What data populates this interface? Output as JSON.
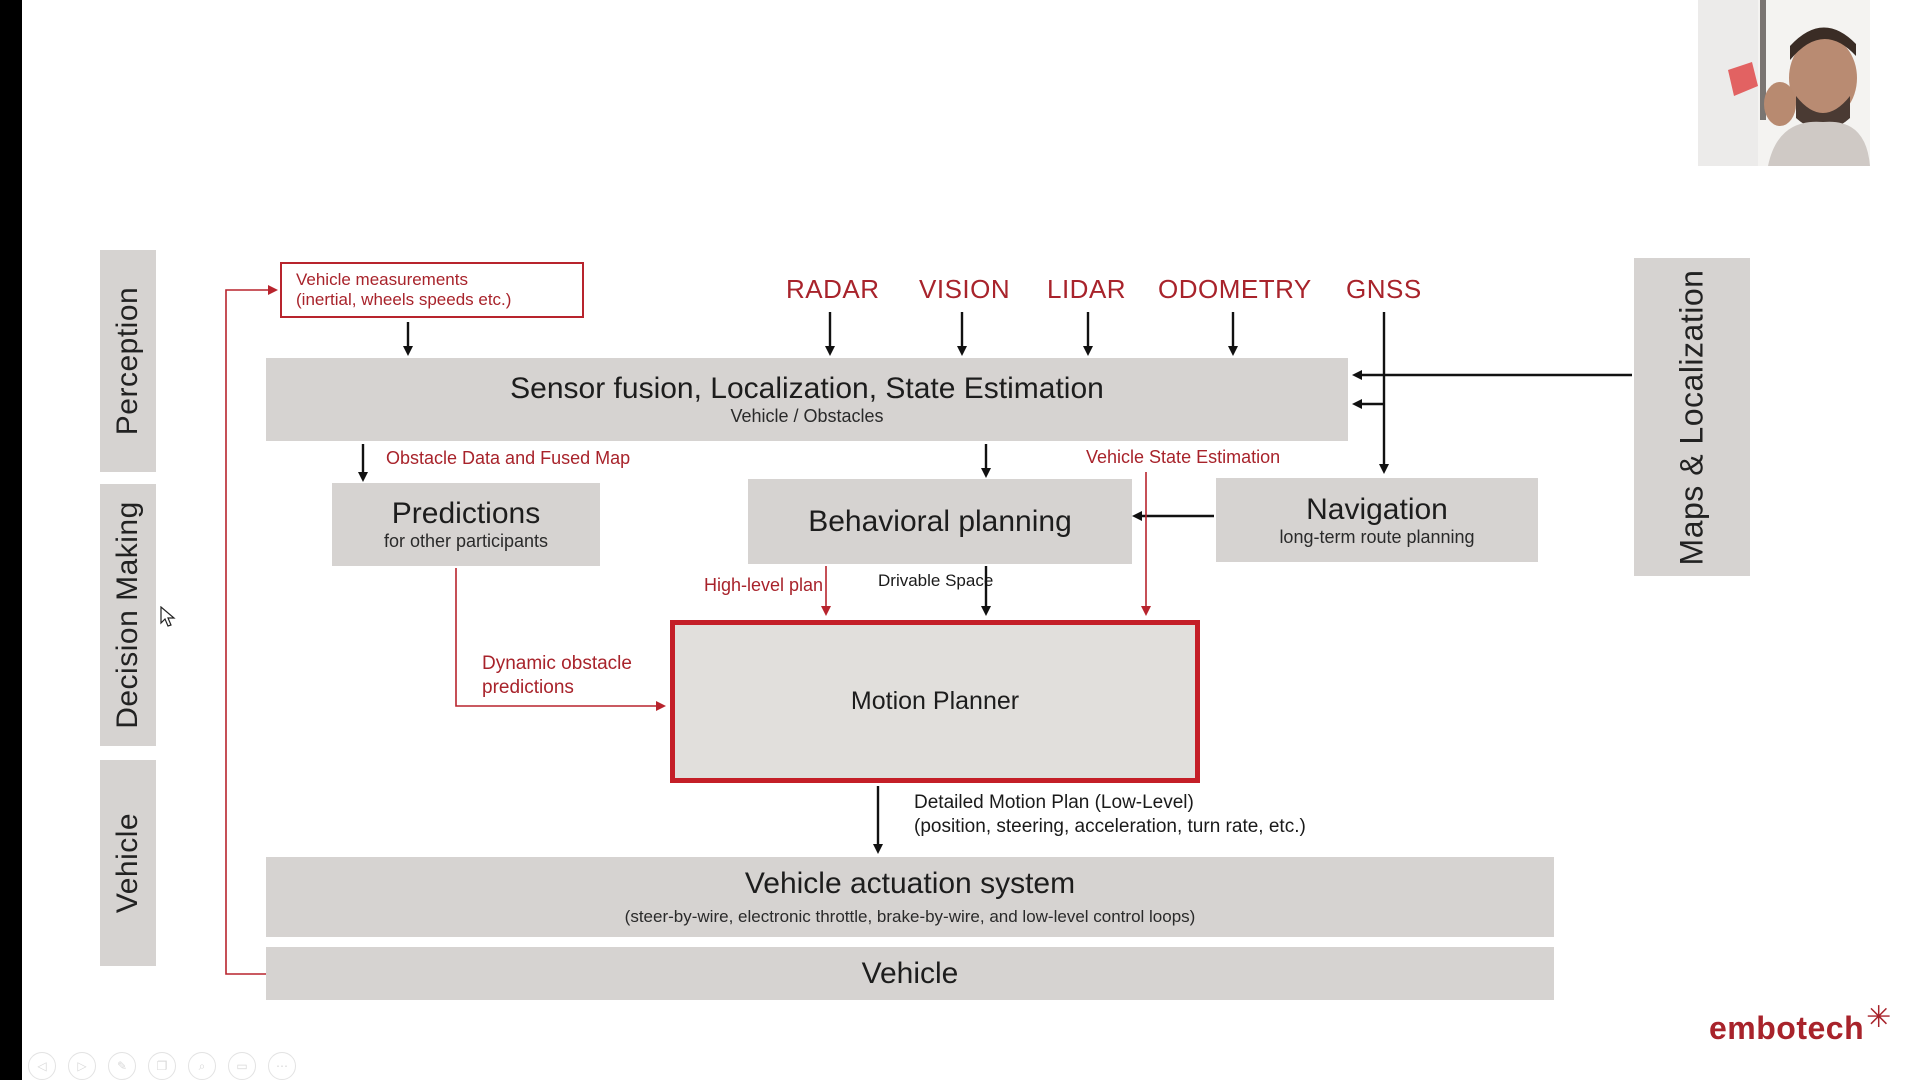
{
  "side_labels": {
    "perception": "Perception",
    "decision_making": "Decision Making",
    "vehicle": "Vehicle",
    "maps_localization": "Maps & Localization"
  },
  "vehicle_measurements": {
    "line1": "Vehicle measurements",
    "line2": "(inertial, wheels speeds etc.)"
  },
  "sensors": [
    "RADAR",
    "VISION",
    "LIDAR",
    "ODOMETRY",
    "GNSS"
  ],
  "sensor_fusion": {
    "title": "Sensor fusion, Localization, State Estimation",
    "subtitle": "Vehicle / Obstacles"
  },
  "labels": {
    "obstacle_data": "Obstacle Data and Fused Map",
    "vehicle_state": "Vehicle State Estimation",
    "high_level_plan": "High-level plan",
    "drivable_space": "Drivable Space",
    "dynamic_obstacle_1": "Dynamic obstacle",
    "dynamic_obstacle_2": "predictions",
    "detailed_plan_1": "Detailed Motion Plan (Low-Level)",
    "detailed_plan_2": "(position, steering, acceleration, turn rate, etc.)"
  },
  "predictions": {
    "title": "Predictions",
    "subtitle": "for other participants"
  },
  "behavioral": {
    "title": "Behavioral planning"
  },
  "navigation": {
    "title": "Navigation",
    "subtitle": "long-term route planning"
  },
  "motion_planner": {
    "title": "Motion Planner"
  },
  "actuation": {
    "title": "Vehicle actuation system",
    "subtitle": "(steer-by-wire, electronic throttle, brake-by-wire, and low-level control loops)"
  },
  "vehicle_box": {
    "title": "Vehicle"
  },
  "logo": {
    "text": "embotech"
  },
  "toolbar": {
    "icons": [
      "prev-icon",
      "next-icon",
      "pen-icon",
      "copy-icon",
      "zoom-icon",
      "screen-icon",
      "more-icon"
    ]
  },
  "colors": {
    "accent_red": "#a8232b",
    "box_grey": "#d6d3d1",
    "planner_border": "#c41f28"
  }
}
